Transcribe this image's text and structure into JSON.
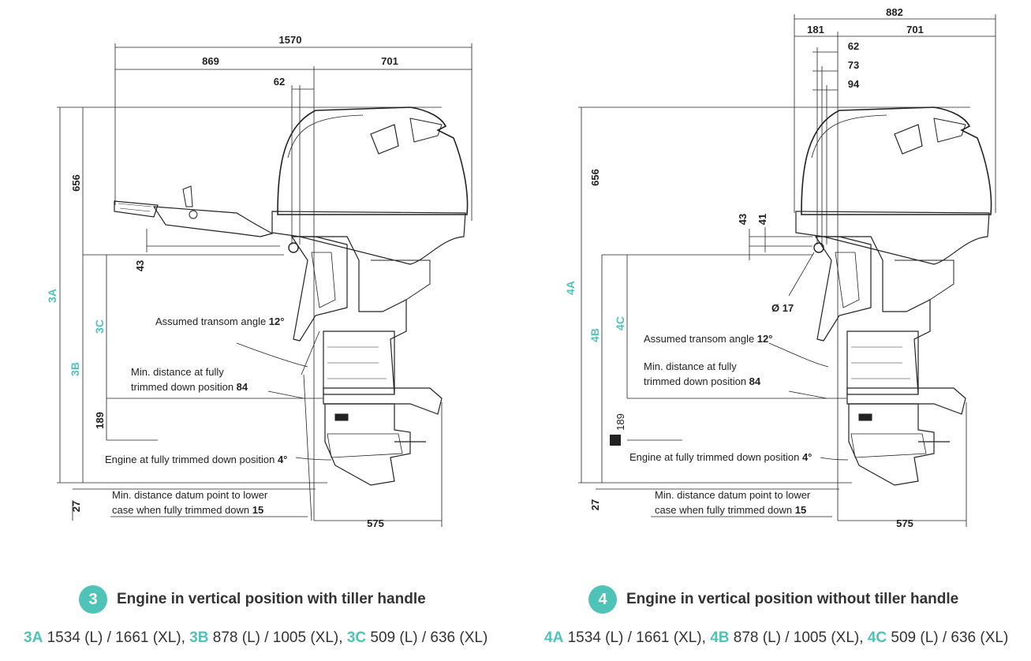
{
  "diagram_left": {
    "dims": {
      "overall_width": "1570",
      "tiller_width": "869",
      "engine_width": "701",
      "offset_62": "62",
      "cowl_height": "656",
      "offset_43": "43",
      "label_3A": "3A",
      "label_3B": "3B",
      "label_3C": "3C",
      "bottom_189": "189",
      "bottom_27": "27",
      "skeg_575": "575"
    },
    "notes": {
      "transom_text": "Assumed transom angle ",
      "transom_value": "12°",
      "min_dist_line1": "Min. distance at fully",
      "min_dist_line2": "trimmed down position ",
      "min_dist_value": "84",
      "engine_trim_text": "Engine at fully trimmed down position ",
      "engine_trim_value": "4°",
      "datum_line1": "Min. distance datum point to lower",
      "datum_line2": "case when fully trimmed down ",
      "datum_value": "15"
    }
  },
  "diagram_right": {
    "dims": {
      "overall_width": "882",
      "offset_181": "181",
      "engine_width": "701",
      "offset_62": "62",
      "offset_73": "73",
      "offset_94": "94",
      "cowl_height": "656",
      "offset_43": "43",
      "offset_41": "41",
      "diameter": "Ø 17",
      "label_4A": "4A",
      "label_4B": "4B",
      "label_4C": "4C",
      "bottom_189": "189",
      "bottom_27": "27",
      "skeg_575": "575"
    },
    "notes": {
      "transom_text": "Assumed transom angle ",
      "transom_value": "12°",
      "min_dist_line1": "Min. distance at fully",
      "min_dist_line2": "trimmed down position ",
      "min_dist_value": "84",
      "engine_trim_text": "Engine at fully trimmed down position ",
      "engine_trim_value": "4°",
      "datum_line1": "Min. distance datum point to lower",
      "datum_line2": "case when fully trimmed down ",
      "datum_value": "15"
    }
  },
  "captions": {
    "left_number": "3",
    "left_title": "Engine in vertical position with tiller handle",
    "right_number": "4",
    "right_title": "Engine in vertical position without tiller handle"
  },
  "legend_left": [
    {
      "key": "3A",
      "value": " 1534 (L) / 1661 (XL), "
    },
    {
      "key": "3B",
      "value": " 878 (L) / 1005 (XL), "
    },
    {
      "key": "3C",
      "value": " 509 (L) / 636 (XL)"
    }
  ],
  "legend_right": [
    {
      "key": "4A",
      "value": " 1534 (L) / 1661 (XL), "
    },
    {
      "key": "4B",
      "value": " 878 (L) / 1005 (XL), "
    },
    {
      "key": "4C",
      "value": " 509 (L) / 636 (XL)"
    }
  ],
  "colors": {
    "accent": "#4fc3b8",
    "line": "#222222"
  }
}
